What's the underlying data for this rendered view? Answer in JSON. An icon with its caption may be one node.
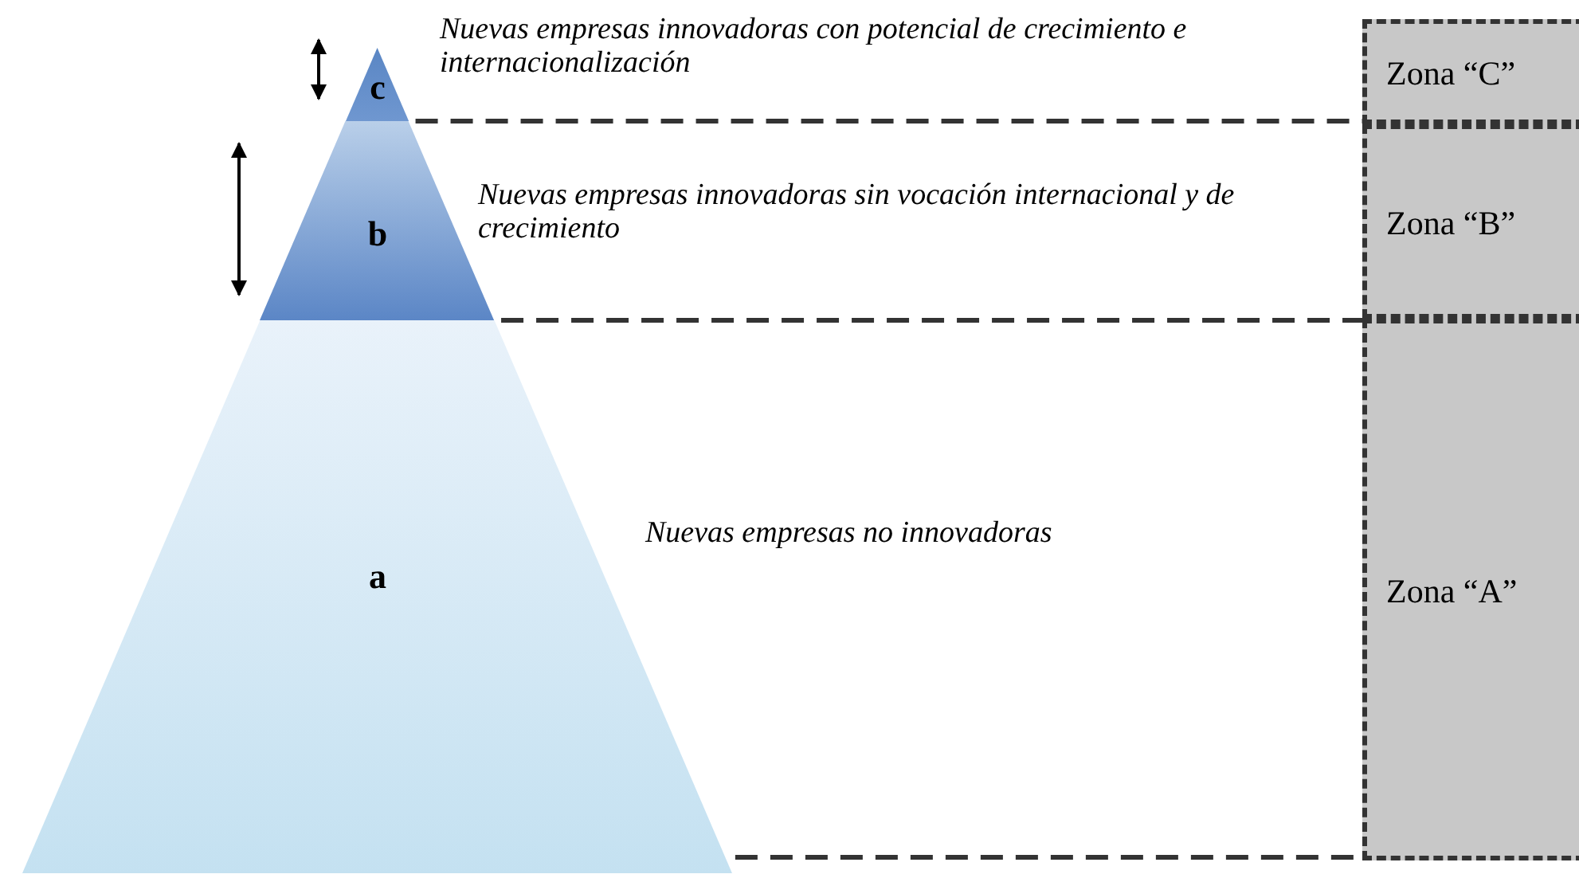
{
  "diagram": {
    "nodes": [
      {
        "text": [
          "c"
        ],
        "beside": [
          "Nuevas empresas innovadoras con potencial de crecimiento e internacionalización"
        ]
      },
      {
        "text": [
          "b"
        ],
        "beside": [
          "Nuevas empresas innovadoras sin vocación internacional y de crecimiento"
        ]
      },
      {
        "text": [
          "a"
        ],
        "beside": [
          "Nuevas empresas no innovadoras"
        ]
      },
      {
        "text": [
          "Zona “C”"
        ]
      },
      {
        "text": [
          "Zona “B”"
        ]
      },
      {
        "text": [
          "Zona “A”"
        ]
      }
    ],
    "edges": []
  }
}
